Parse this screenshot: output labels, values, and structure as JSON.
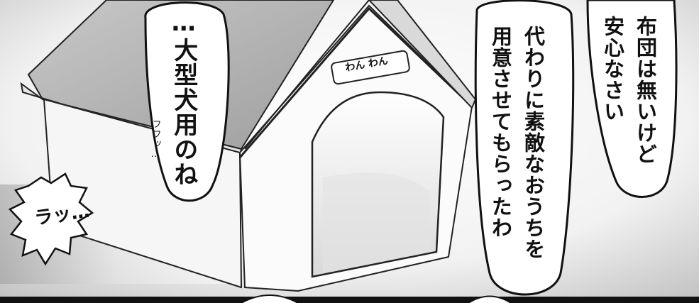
{
  "speech": {
    "large_dog": "…大型犬用のね",
    "house_line1": "代わりに素敵なおうちを",
    "house_line2": "用意させてもらったわ",
    "futon_line1": "布団は無いけど",
    "futon_line2": "安心なさい"
  },
  "sfx": {
    "small_laugh": "フフッ…",
    "big_laugh": "ラッ…"
  },
  "doghouse": {
    "sign": "わん わん"
  },
  "colors": {
    "ink": "#111111",
    "roof": "#b8b8b8",
    "wall": "#f4f4f4",
    "shadow": "#cfcfcf"
  }
}
